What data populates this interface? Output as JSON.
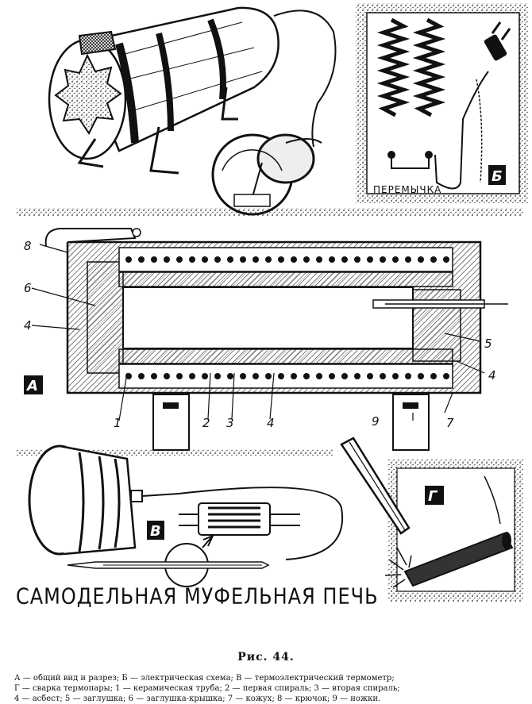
{
  "labels": {
    "peremychka": "ПЕРЕМЫЧКА",
    "panel_b": "Б",
    "panel_a": "А",
    "panel_v": "В",
    "panel_g": "Г",
    "n8": "8",
    "n6": "6",
    "n4_left": "4",
    "n5": "5",
    "n4_right": "4",
    "n1": "1",
    "n2": "2",
    "n3": "3",
    "n4_bottom": "4",
    "n7": "7",
    "n9": "9"
  },
  "headline": "САМОДЕЛЬНАЯ МУФЕЛЬНАЯ ПЕЧЬ",
  "figure_title": "Рис. 44.",
  "caption_line1": "А — общий вид и разрез; Б — электрическая схема; В — термоэлектрический термометр;",
  "caption_line2": "Г — сварка термопары; 1 — керамическая труба; 2 — первая спираль; 3 — вторая спираль;",
  "caption_line3": "4 — асбест; 5 — заглушка; 6 — заглушка-крышка; 7 — кожух; 8 — крючок; 9 — ножки."
}
